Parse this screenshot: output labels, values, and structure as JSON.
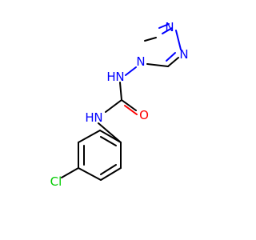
{
  "molecule": {
    "atoms": {
      "triazole_n1": "N",
      "triazole_n2": "N",
      "triazole_n4": "N",
      "amino_n": "N",
      "amino_h": "H",
      "urea_n": "N",
      "urea_h": "H",
      "urea_o": "O",
      "chloro": "Cl"
    },
    "colors": {
      "bond": "#000000",
      "nitrogen": "#0000ff",
      "oxygen": "#ff0000",
      "chlorine": "#00cc00"
    }
  }
}
